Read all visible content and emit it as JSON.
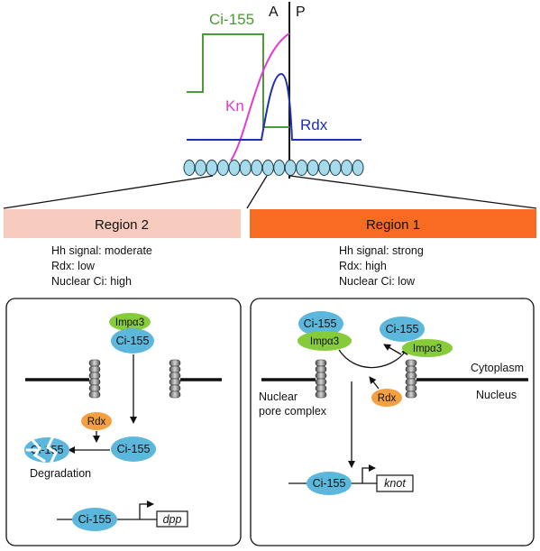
{
  "colors": {
    "ci_line": "#4a9a36",
    "kn_line": "#e23bd0",
    "rdx_line": "#1f2fb0",
    "cell_fill": "#a7dbec",
    "region2_band": "#f7cbbd",
    "region1_band": "#f76b22",
    "ci_protein": "#5bb8dc",
    "impa3_protein": "#86cc3a",
    "rdx_protein": "#f2a041"
  },
  "profile": {
    "a_label": "A",
    "p_label": "P",
    "ci_label": "Ci-155",
    "kn_label": "Kn",
    "rdx_label": "Rdx"
  },
  "regions": {
    "region2": {
      "title": "Region 2",
      "lines": [
        "Hh signal: moderate",
        "Rdx: low",
        "Nuclear Ci: high"
      ]
    },
    "region1": {
      "title": "Region 1",
      "lines": [
        "Hh signal: strong",
        "Rdx: high",
        "Nuclear Ci: low"
      ]
    }
  },
  "left_panel": {
    "impa3": "Impα3",
    "ci": "Ci-155",
    "rdx": "Rdx",
    "ci_nuclear": "Ci-155",
    "ci_degraded": "Ci-155",
    "degradation": "Degradation",
    "ci_dna": "Ci-155",
    "gene": "dpp"
  },
  "right_panel": {
    "ci_import": "Ci-155",
    "impa3_import": "Impα3",
    "ci_export": "Ci-155",
    "impa3_export": "Impα3",
    "cytoplasm": "Cytoplasm",
    "nucleus": "Nucleus",
    "npc_line1": "Nuclear",
    "npc_line2": "pore complex",
    "rdx": "Rdx",
    "ci_dna": "Ci-155",
    "gene": "knot"
  }
}
